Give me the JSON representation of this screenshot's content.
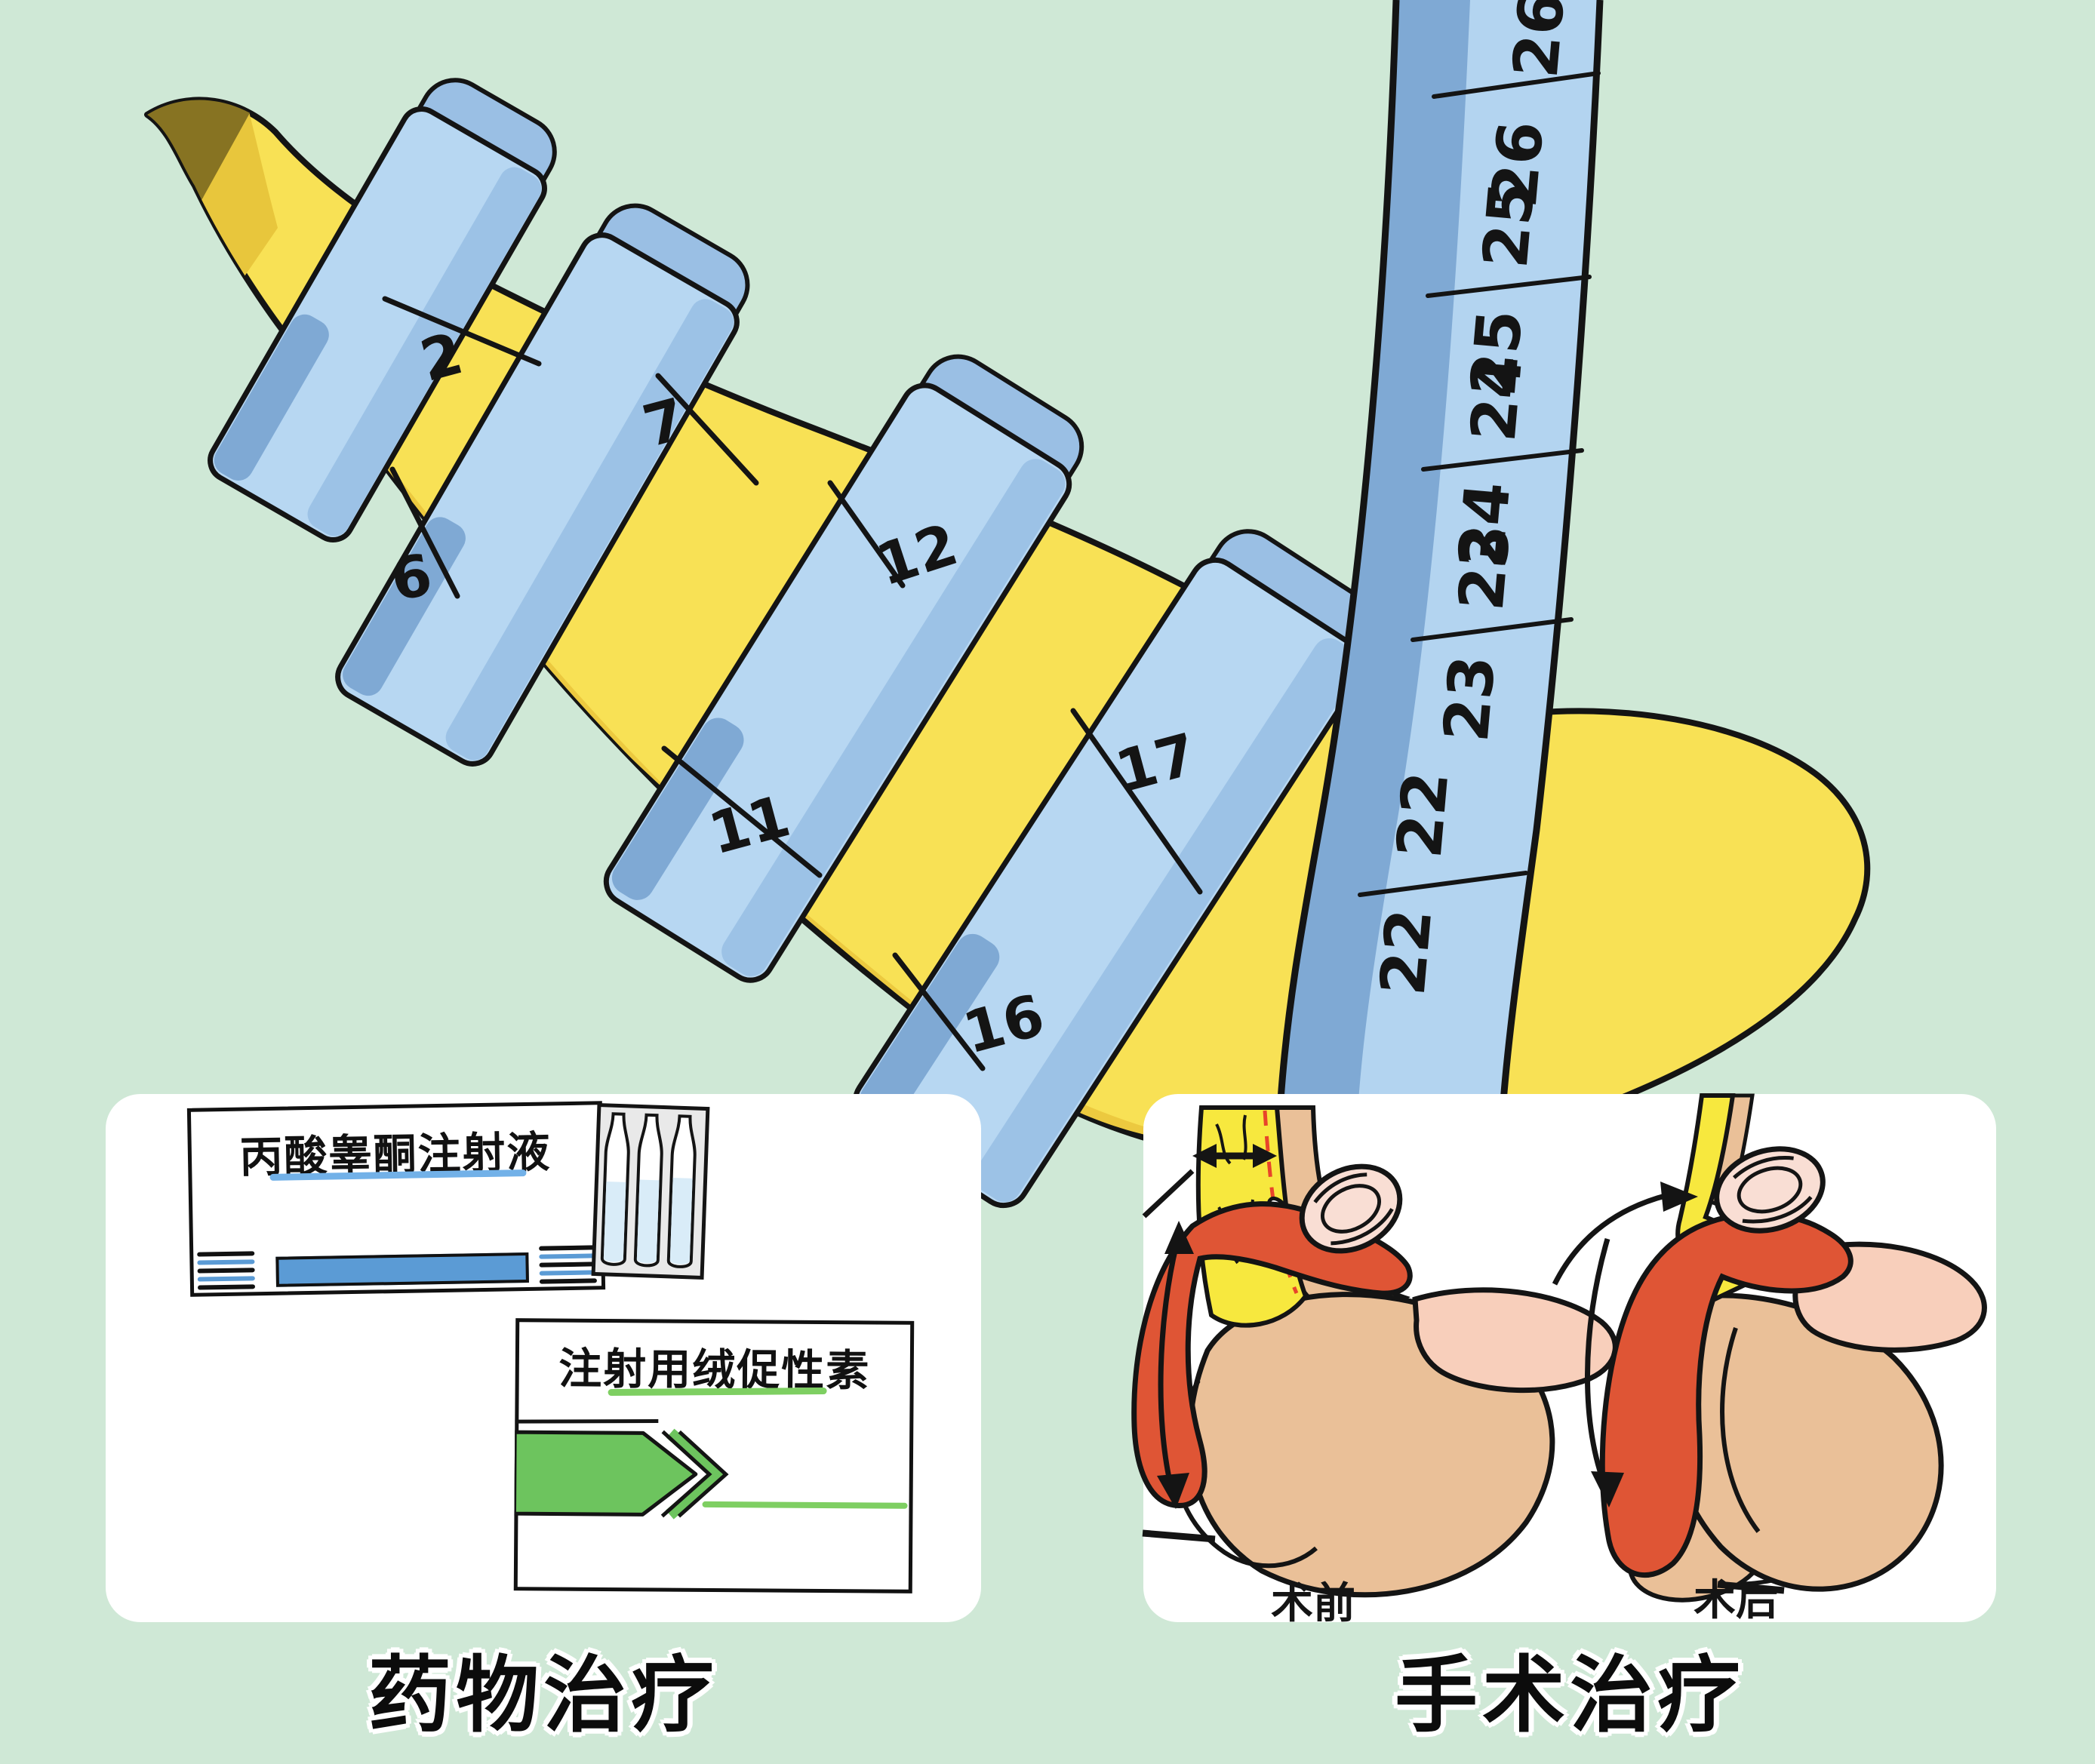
{
  "tape": {
    "spiral_marks": [
      "2",
      "7",
      "6",
      "12",
      "11",
      "17",
      "16"
    ],
    "ruler_marks": [
      "26",
      "25",
      "24",
      "23",
      "22"
    ]
  },
  "medication_panel": {
    "caption": "药物治疗",
    "box1": {
      "title": "丙酸睾酮注射液"
    },
    "box2": {
      "title": "注射用绒促性素"
    },
    "ampoule_count": "3"
  },
  "surgery_panel": {
    "caption": "手术治疗",
    "before_label": "术前",
    "after_label": "术后"
  },
  "colors": {
    "background": "#cfe8d6",
    "banana": "#f8e155",
    "banana_shade": "#ecc93f",
    "banana_tip": "#877322",
    "tape_light": "#b7d7f2",
    "tape_mid": "#9cc2e6",
    "tape_dark": "#7fa9d4",
    "outline": "#141414",
    "accent_blue": "#5b9bd5",
    "accent_green": "#6dc45e",
    "anatomy_red": "#df5535",
    "anatomy_skin": "#eac098",
    "anatomy_glans": "#f8cfbb",
    "anatomy_disc": "#f9ded4",
    "anatomy_fat": "#f7e83e",
    "incision_red_dash": "#e8442a"
  }
}
